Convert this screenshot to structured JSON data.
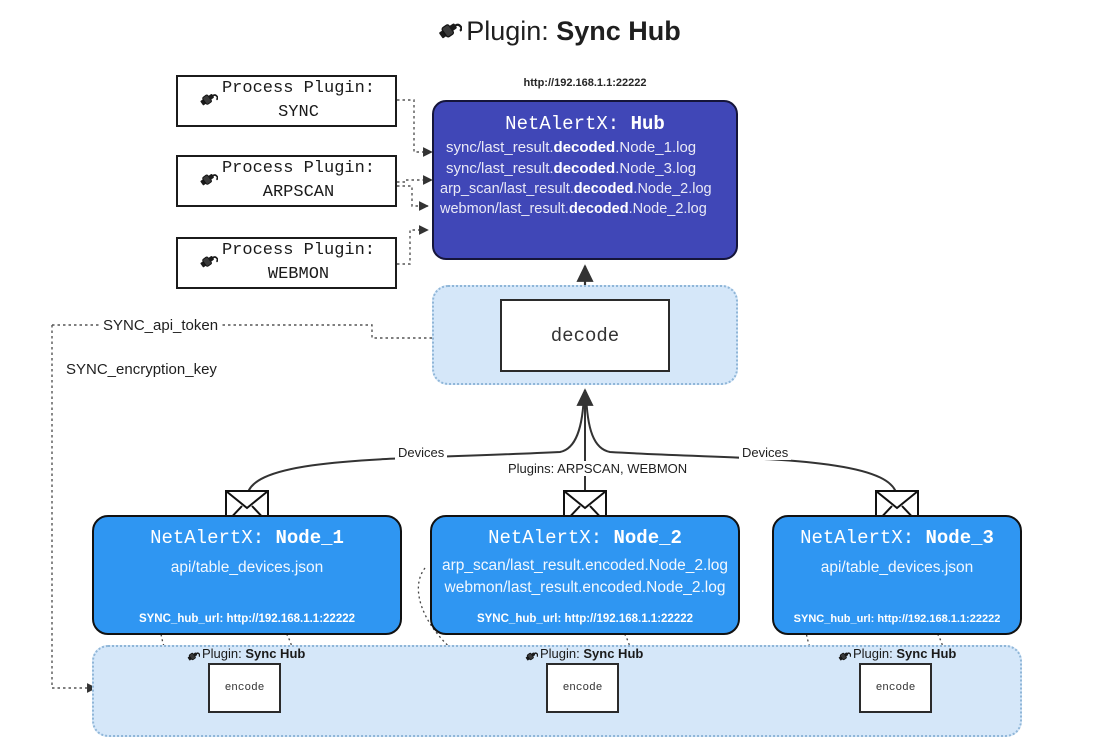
{
  "header": {
    "icon": "plug-icon",
    "prefix": "Plugin: ",
    "name": "Sync Hub"
  },
  "process_plugins": [
    {
      "icon": "plug-icon",
      "line1": "Process Plugin:",
      "line2": "SYNC"
    },
    {
      "icon": "plug-icon",
      "line1": "Process Plugin:",
      "line2": "ARPSCAN"
    },
    {
      "icon": "plug-icon",
      "line1": "Process Plugin:",
      "line2": "WEBMON"
    }
  ],
  "hub": {
    "url": "http://192.168.1.1:22222",
    "title_prefix": "NetAlertX: ",
    "title_name": "Hub",
    "logs": [
      {
        "pre": "sync/last_result.",
        "mid": "decoded",
        "post": ".Node_1.log"
      },
      {
        "pre": "sync/last_result.",
        "mid": "decoded",
        "post": ".Node_3.log"
      },
      {
        "pre": "arp_scan/last_result.",
        "mid": "decoded",
        "post": ".Node_2.log"
      },
      {
        "pre": "webmon/last_result.",
        "mid": "decoded",
        "post": ".Node_2.log"
      }
    ]
  },
  "decode": {
    "label": "decode"
  },
  "secrets": [
    {
      "label": "SYNC_api_token"
    },
    {
      "label": "SYNC_encryption_key"
    }
  ],
  "edge_labels": {
    "devices_left": "Devices",
    "devices_right": "Devices",
    "plugins_center": "Plugins: ARPSCAN, WEBMON"
  },
  "nodes": [
    {
      "icon": "envelope-icon",
      "title_prefix": "NetAlertX: ",
      "title_name": "Node_1",
      "lines": [
        "api/table_devices.json"
      ],
      "url_key": "SYNC_hub_url: ",
      "url_value": "http://192.168.1.1:22222"
    },
    {
      "icon": "envelope-icon",
      "title_prefix": "NetAlertX: ",
      "title_name": "Node_2",
      "lines": [
        "arp_scan/last_result.encoded.Node_2.log",
        "webmon/last_result.encoded.Node_2.log"
      ],
      "url_key": "SYNC_hub_url: ",
      "url_value": "http://192.168.1.1:22222"
    },
    {
      "icon": "envelope-icon",
      "title_prefix": "NetAlertX: ",
      "title_name": "Node_3",
      "lines": [
        "api/table_devices.json"
      ],
      "url_key": "SYNC_hub_url: ",
      "url_value": "http://192.168.1.1:22222"
    }
  ],
  "encoders": [
    {
      "icon": "plug-icon",
      "plugin_prefix": "Plugin: ",
      "plugin_name": "Sync Hub",
      "label": "encode"
    },
    {
      "icon": "plug-icon",
      "plugin_prefix": "Plugin: ",
      "plugin_name": "Sync Hub",
      "label": "encode"
    },
    {
      "icon": "plug-icon",
      "plugin_prefix": "Plugin: ",
      "plugin_name": "Sync Hub",
      "label": "encode"
    }
  ],
  "colors": {
    "hub_fill": "#4047b7",
    "node_fill": "#2f96f2",
    "container_fill": "#d5e7f9",
    "line": "#333333"
  }
}
